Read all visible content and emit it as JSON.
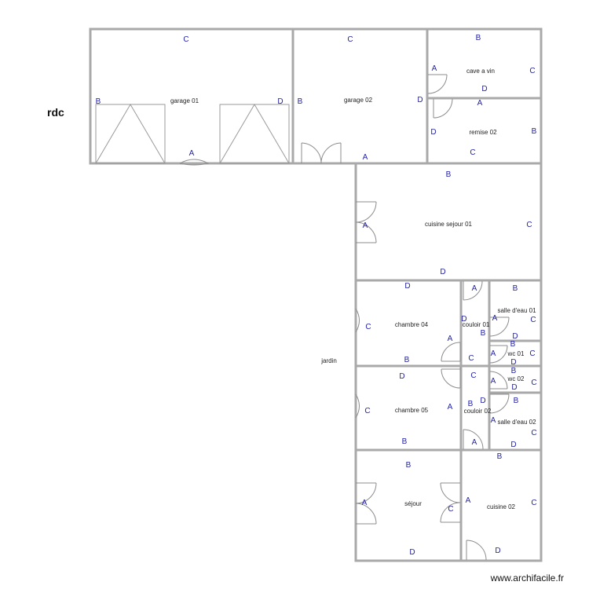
{
  "level_label": "rdc",
  "watermark": "www.archifacile.fr",
  "garden_label": "jardin",
  "colors": {
    "wall": "#a9a9a9",
    "label": "#222222",
    "wall_letter": "#1f1fa8"
  },
  "rooms": [
    {
      "id": "garage-01",
      "name": "garage 01",
      "walls": {
        "top": "C",
        "left": "B",
        "right": "D",
        "bottom": "A"
      }
    },
    {
      "id": "garage-02",
      "name": "garage 02",
      "walls": {
        "top": "C",
        "left": "B",
        "right": "D",
        "bottom": "A"
      }
    },
    {
      "id": "cave-a-vin",
      "name": "cave a vin",
      "walls": {
        "top": "B",
        "left": "A",
        "right": "C",
        "bottom": "D"
      }
    },
    {
      "id": "remise-02",
      "name": "remise 02",
      "walls": {
        "top": "A",
        "left": "D",
        "right": "B",
        "bottom": "C"
      }
    },
    {
      "id": "cuisine-sejour-01",
      "name": "cuisine sejour 01",
      "walls": {
        "top": "B",
        "left": "A",
        "right": "C",
        "bottom": "D"
      }
    },
    {
      "id": "chambre-04",
      "name": "chambre 04",
      "walls": {
        "top": "D",
        "left": "C",
        "right": "A",
        "bottom": "B"
      }
    },
    {
      "id": "couloir-01",
      "name": "couloir 01",
      "walls": {
        "top": "A",
        "left": "D",
        "right": "B",
        "bottom": "C"
      }
    },
    {
      "id": "salle-d-eau-01",
      "name": "salle d'eau 01",
      "walls": {
        "top": "B",
        "left": "A",
        "right": "C",
        "bottom": "D"
      }
    },
    {
      "id": "wc-01",
      "name": "wc 01",
      "walls": {
        "top": "B",
        "left": "A",
        "right": "C",
        "bottom": "D"
      }
    },
    {
      "id": "wc-02",
      "name": "wc 02",
      "walls": {
        "top": "B",
        "left": "A",
        "right": "C",
        "bottom": "D"
      }
    },
    {
      "id": "chambre-05",
      "name": "chambre 05",
      "walls": {
        "top": "D",
        "left": "C",
        "right": "A",
        "bottom": "B"
      }
    },
    {
      "id": "couloir-02",
      "name": "couloir 02",
      "walls": {
        "top": "C",
        "left": "B",
        "right": "D",
        "bottom": "A"
      }
    },
    {
      "id": "salle-d-eau-02",
      "name": "salle d'eau 02",
      "walls": {
        "top": "B",
        "left": "A",
        "right": "C",
        "bottom": "D"
      }
    },
    {
      "id": "sejour",
      "name": "séjour",
      "walls": {
        "top": "B",
        "left": "A",
        "right": "C",
        "bottom": "D"
      }
    },
    {
      "id": "cuisine-02",
      "name": "cuisine 02",
      "walls": {
        "top": "B",
        "left": "A",
        "right": "C",
        "bottom": "D"
      }
    }
  ]
}
